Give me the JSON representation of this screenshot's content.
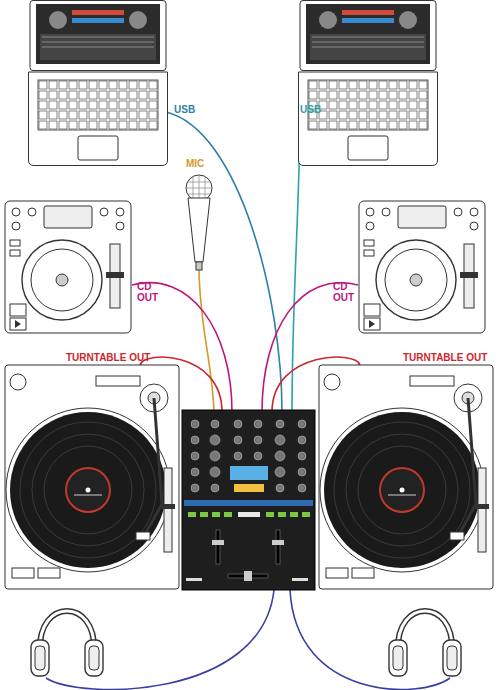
{
  "diagram": {
    "labels": [
      "USB",
      "USB",
      "MIC",
      "CD OUT",
      "CD OUT",
      "TURNTABLE OUT",
      "TURNTABLE OUT"
    ]
  }
}
